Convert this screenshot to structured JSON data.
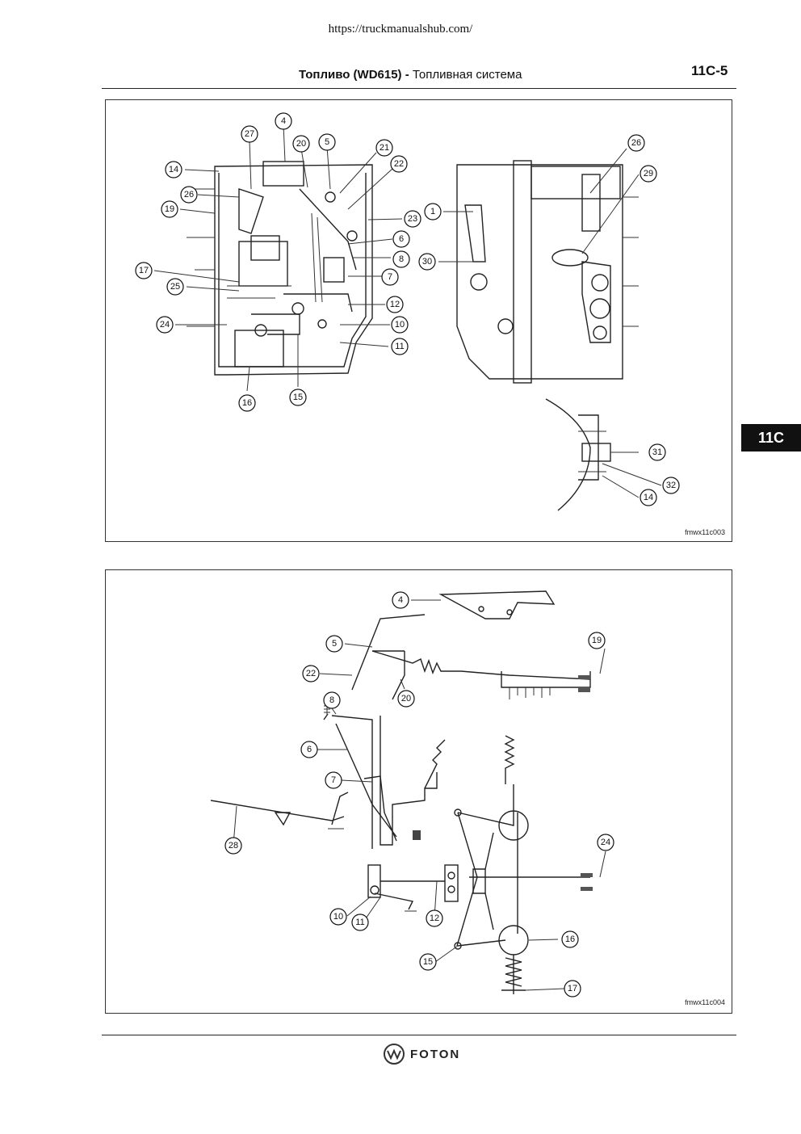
{
  "header": {
    "url": "https://truckmanualshub.com/",
    "title_bold": "Топливо (WD615) -",
    "title_rest": " Топливная система",
    "page_number": "11C-5"
  },
  "section_tab": "11C",
  "figure1": {
    "code": "fmwx11c003",
    "callouts": [
      "4",
      "27",
      "20",
      "5",
      "21",
      "22",
      "14",
      "26",
      "19",
      "23",
      "6",
      "8",
      "7",
      "17",
      "25",
      "12",
      "24",
      "10",
      "11",
      "16",
      "15",
      "1",
      "30",
      "26",
      "29",
      "31",
      "32",
      "14"
    ]
  },
  "figure2": {
    "code": "fmwx11c004",
    "callouts": [
      "4",
      "5",
      "19",
      "22",
      "20",
      "8",
      "6",
      "7",
      "28",
      "24",
      "10",
      "11",
      "12",
      "16",
      "15",
      "17"
    ]
  },
  "footer": {
    "brand": "FOTON"
  }
}
